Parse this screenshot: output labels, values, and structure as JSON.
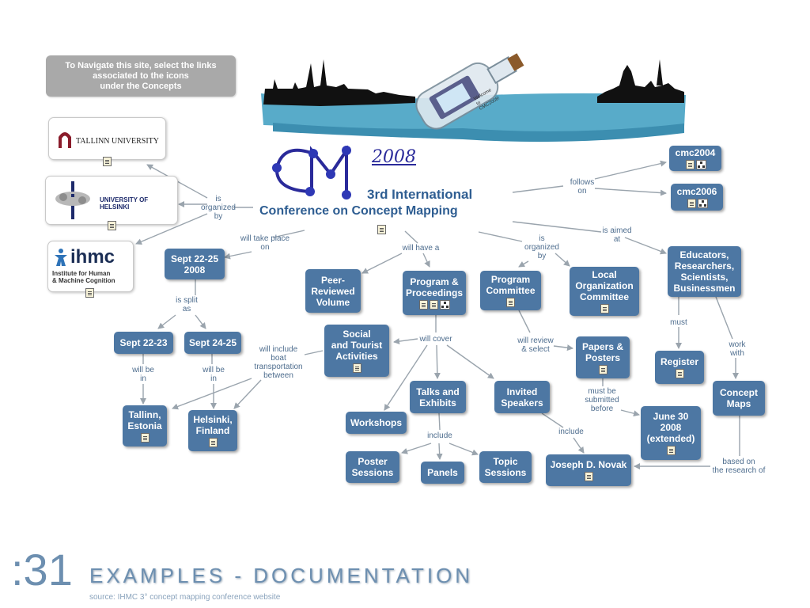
{
  "nav_note": "To Navigate this site, select the links\nassociated to the icons\nunder the Concepts",
  "logos": {
    "tallinn": "TALLINN UNIVERSITY",
    "helsinki": "UNIVERSITY OF HELSINKI",
    "ihmc_name": "ihmc",
    "ihmc_sub": "Institute for Human\n& Machine Cognition"
  },
  "bottle_text": "Welcome\nto\nCMC2008!",
  "conference": {
    "year": "2008",
    "line1": "3rd International",
    "line2": "Conference on Concept Mapping"
  },
  "nodes": {
    "cmc2004": "cmc2004",
    "cmc2006": "cmc2006",
    "educators": "Educators,\nResearchers,\nScientists,\nBusinessmen",
    "sept22_25": "Sept 22-25\n2008",
    "peer": "Peer-\nReviewed\nVolume",
    "program_proc": "Program &\nProceedings",
    "program_comm": "Program\nCommittee",
    "local_comm": "Local\nOrganization\nCommittee",
    "sept22_23": "Sept 22-23",
    "sept24_25": "Sept 24-25",
    "social": "Social\nand Tourist\nActivities",
    "papers": "Papers &\nPosters",
    "register": "Register",
    "tallinn_city": "Tallinn,\nEstonia",
    "helsinki_city": "Helsinki,\nFinland",
    "talks": "Talks and\nExhibits",
    "invited": "Invited\nSpeakers",
    "concept_maps": "Concept\nMaps",
    "workshops": "Workshops",
    "june30": "June 30\n2008\n(extended)",
    "poster_sessions": "Poster\nSessions",
    "panels": "Panels",
    "topic_sessions": "Topic\nSessions",
    "novak": "Joseph D. Novak"
  },
  "link_labels": {
    "follows_on": "follows\non",
    "is_organized_by_left": "is\norganized\nby",
    "will_take_place_on": "will take place\non",
    "will_have_a": "will have a",
    "is_organized_by_mid": "is\norganized\nby",
    "is_aimed_at": "is aimed\nat",
    "is_split_as": "is split\nas",
    "will_cover": "will cover",
    "will_review_select": "will review\n& select",
    "must": "must",
    "work_with": "work\nwith",
    "will_be_in_1": "will be\nin",
    "will_be_in_2": "will be\nin",
    "will_include_boat": "will include\nboat\ntransportation\nbetween",
    "must_be_submitted": "must be\nsubmitted\nbefore",
    "include_talks": "include",
    "include_invited": "include",
    "based_on": "based on\nthe research of"
  },
  "footer": {
    "slide_number": ":31",
    "heading": "EXAMPLES - DOCUMENTATION",
    "source": "source: IHMC 3° concept mapping conference website"
  },
  "colors": {
    "node": "#4d77a3",
    "link_text": "#4e6d8e",
    "line": "#9aa4ad",
    "water": "#58abc9",
    "title": "#2f5e92"
  }
}
